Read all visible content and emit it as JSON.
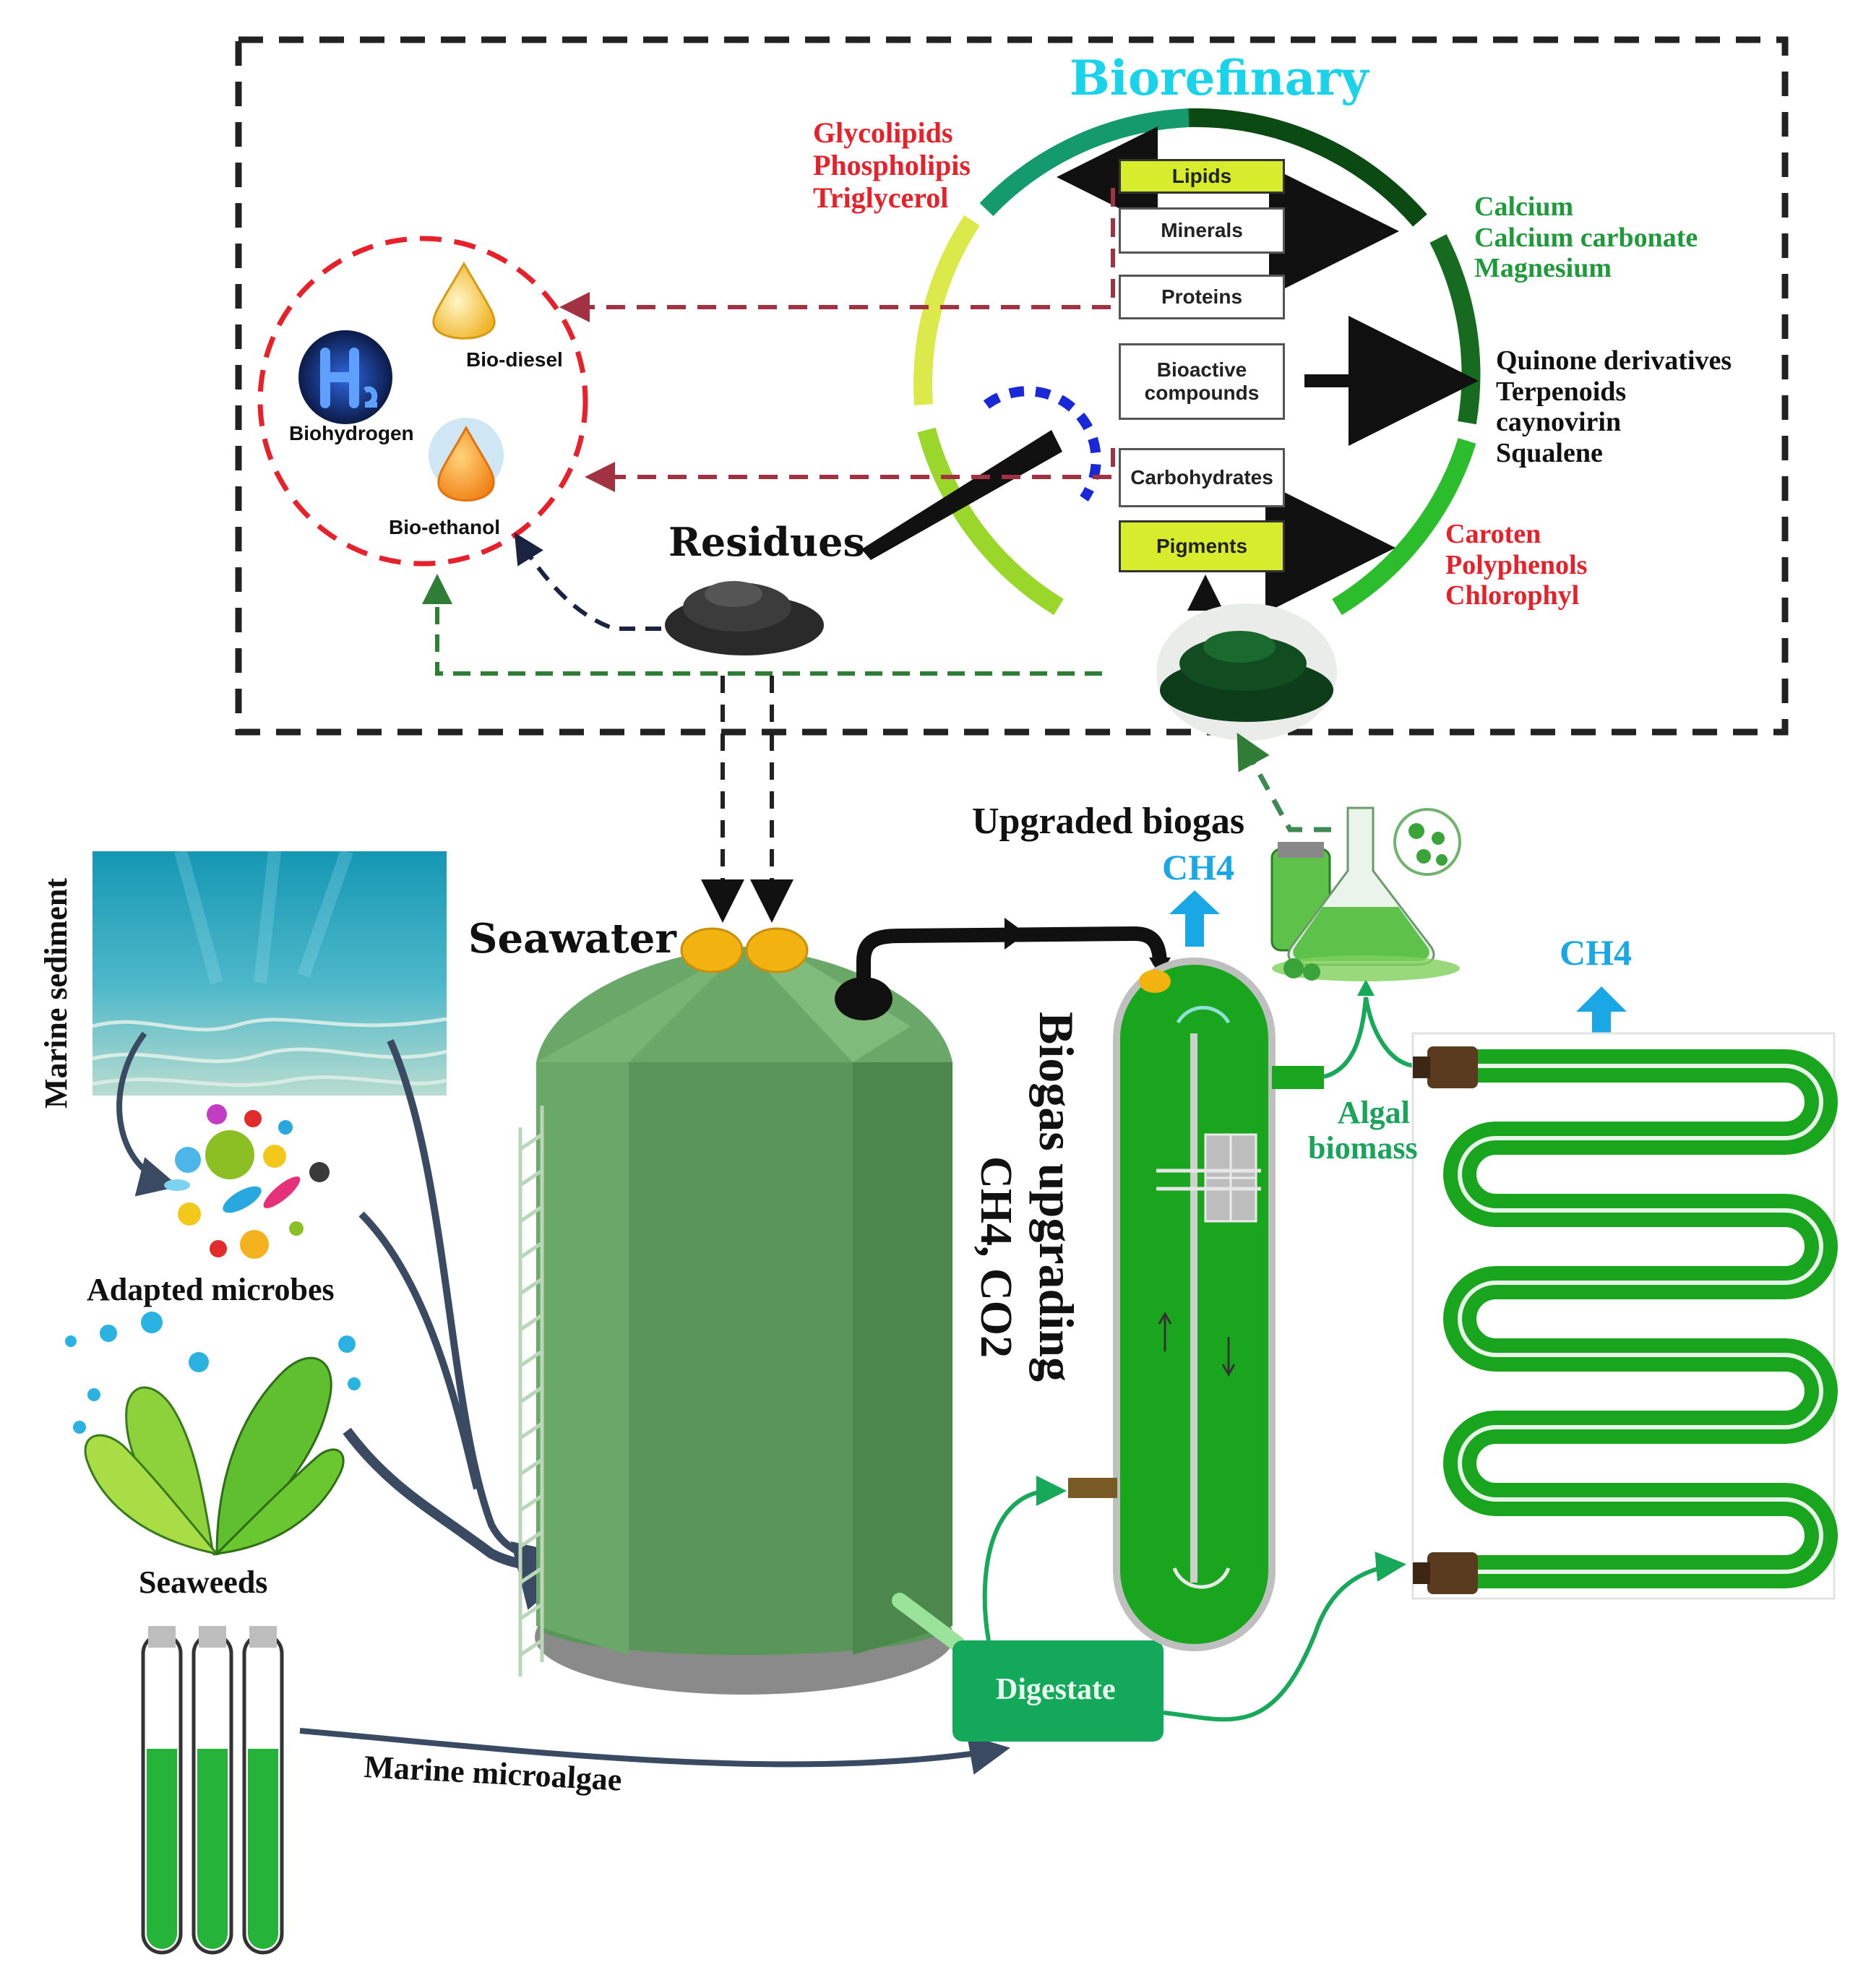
{
  "biorefinery": {
    "title": "Biorefinary",
    "boxes": [
      "Lipids",
      "Minerals",
      "Proteins",
      "Bioactive compounds",
      "Carbohydrates",
      "Pigments"
    ],
    "lipid_products": [
      "Glycolipids",
      "Phospholipis",
      "Triglycerol"
    ],
    "mineral_products": [
      "Calcium",
      "Calcium carbonate",
      "Magnesium"
    ],
    "bioactive_products": [
      "Quinone derivatives",
      "Terpenoids",
      "caynovirin",
      "Squalene"
    ],
    "pigment_products": [
      "Caroten",
      "Polyphenols",
      "Chlorophyl"
    ]
  },
  "biofuels": {
    "diesel": "Bio-diesel",
    "hydrogen": "Biohydrogen",
    "ethanol": "Bio-ethanol"
  },
  "residues": "Residues",
  "inputs": {
    "sediment": "Marine sediment",
    "microbes": "Adapted microbes",
    "seaweeds": "Seaweeds",
    "microalgae": "Marine microalgae"
  },
  "digester": {
    "seawater": "Seawater",
    "digestate": "Digestate"
  },
  "upgrading": {
    "upgraded": "Upgraded biogas",
    "ch4_top": "CH4",
    "ch4_right": "CH4",
    "vertical_title": "Biogas upgrading",
    "gas_mix": "CH4, CO2",
    "algal_biomass": [
      "Algal",
      "biomass"
    ]
  },
  "colors": {
    "red_label": "#e8202a",
    "green_label": "#1f9a3b",
    "cyan_title": "#19d3ea",
    "ch4_blue": "#1aa7e6",
    "tank_green": "#5d9a5c",
    "reactor_green": "#19a81f",
    "highlight_box": "#d7ec2c"
  }
}
